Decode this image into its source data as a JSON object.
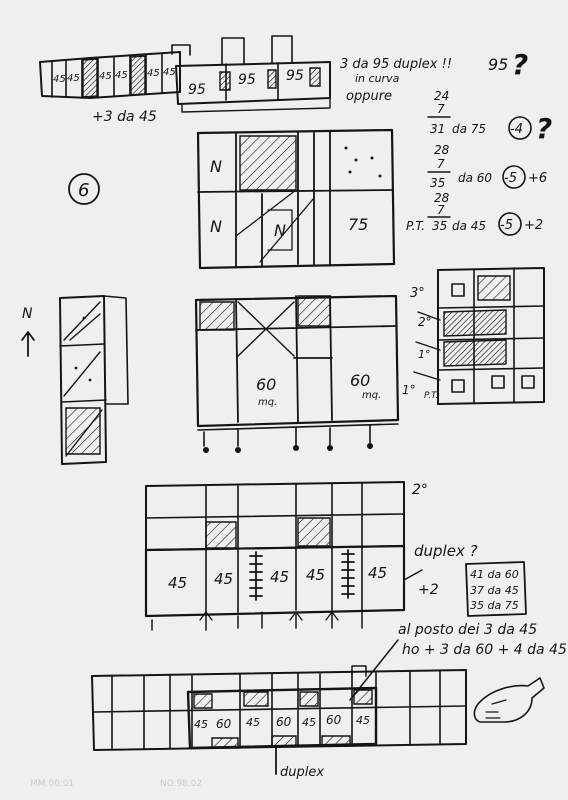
{
  "notes": {
    "top_units": [
      "45",
      "45",
      "45",
      "45",
      "45",
      "45"
    ],
    "top_duplex": [
      "95",
      "95",
      "95"
    ],
    "top_duplex_note_line1": "3 da 95 duplex !!",
    "top_duplex_note_line2": "in curva",
    "top_ninety_five": "95",
    "top_question": "?",
    "plus_three_forty_five": "+3 da 45",
    "oppure": "oppure",
    "sheet_number": "6",
    "compass_north": "N"
  },
  "calculations": [
    {
      "top": "24",
      "middle": "7",
      "result": "31",
      "label": "da 75",
      "circled": "-4",
      "extra": "?"
    },
    {
      "top": "28",
      "middle": "7",
      "result": "35",
      "label": "da 60",
      "circled": "-5",
      "extra": "+6"
    },
    {
      "prefix": "P.T.",
      "top": "28",
      "middle": "7",
      "result": "35",
      "label": "da 45",
      "circled": "-5",
      "extra": "+2"
    }
  ],
  "plan_a": {
    "north_labels": [
      "N",
      "N",
      "N"
    ],
    "area": "75"
  },
  "plan_b": {
    "area_one": "60",
    "area_one_unit": "mq.",
    "area_two": "60",
    "area_two_unit": "mq."
  },
  "elevation": {
    "floors": [
      "3°",
      "2°",
      "1°",
      "1°",
      "P.T."
    ]
  },
  "plan_c": {
    "floor": "2°",
    "units": [
      "45",
      "45",
      "45",
      "45",
      "45"
    ],
    "duplex_question": "duplex ?",
    "plus_two": "+2",
    "box_lines": [
      "41 da 60",
      "37 da 45",
      "35 da 75"
    ]
  },
  "bottom": {
    "note_line1": "al posto dei 3 da 45",
    "note_line2": "ho + 3 da 60 + 4 da 45",
    "units": [
      "45",
      "60",
      "45",
      "60",
      "45",
      "60",
      "45"
    ],
    "duplex": "duplex"
  },
  "archive_marks": [
    "MM.00.01",
    "NO.98.02"
  ]
}
